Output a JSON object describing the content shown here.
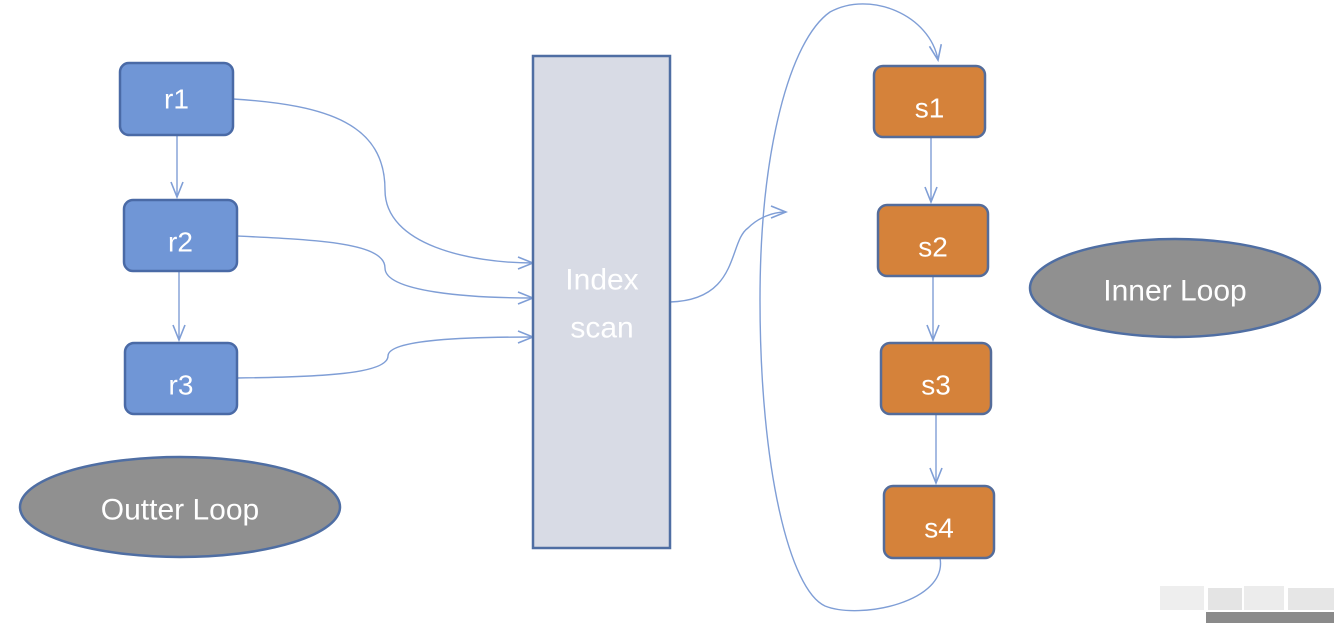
{
  "outer": {
    "nodes": [
      "r1",
      "r2",
      "r3"
    ],
    "loop_label": "Outter Loop"
  },
  "index": {
    "line1": "Index",
    "line2": "scan"
  },
  "inner": {
    "nodes": [
      "s1",
      "s2",
      "s3",
      "s4"
    ],
    "loop_label": "Inner Loop"
  },
  "colors": {
    "outer_node_fill": "#7096d6",
    "outer_node_stroke": "#4a6aa6",
    "inner_node_fill": "#d5823a",
    "inner_node_stroke": "#546c9a",
    "index_fill": "#d8dbe5",
    "index_stroke": "#4f6ea3",
    "arrow": "#7f9ed6",
    "loop_fill": "#909090",
    "loop_stroke": "#4f6ea3"
  }
}
